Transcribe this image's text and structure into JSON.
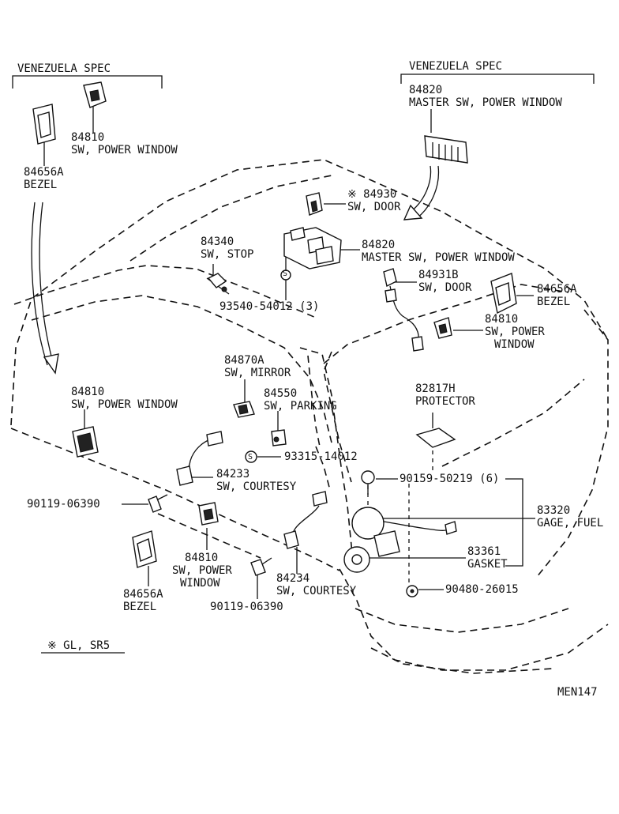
{
  "labels": {
    "venez_left": "VENEZUELA SPEC",
    "venez_right": "VENEZUELA SPEC",
    "pn_84820_top": "84820",
    "nm_84820_top": "MASTER SW, POWER WINDOW",
    "pn_84810_top": "84810",
    "nm_84810_top": "SW, POWER WINDOW",
    "pn_84656a_top": "84656A",
    "nm_84656a_top": "BEZEL",
    "pn_84930": "※ 84930",
    "nm_84930": "SW, DOOR",
    "pn_84340": "84340",
    "nm_84340": "SW, STOP",
    "pn_84820_mid": "84820",
    "nm_84820_mid": "MASTER SW, POWER WINDOW",
    "pn_93540": "93540-54012 (3)",
    "pn_84931b": "84931B",
    "nm_84931b": "SW, DOOR",
    "pn_84656a_right": "84656A",
    "nm_84656a_right": "BEZEL",
    "pn_84810_right": "84810",
    "nm_84810_right_1": "SW, POWER",
    "nm_84810_right_2": "WINDOW",
    "pn_84870a": "84870A",
    "nm_84870a": "SW, MIRROR",
    "pn_84810_left": "84810",
    "nm_84810_left": "SW, POWER WINDOW",
    "pn_84550": "84550",
    "nm_84550": "SW, PARKING",
    "pn_82817h": "82817H",
    "nm_82817h": "PROTECTOR",
    "pn_93315": "93315-14012",
    "pn_84233": "84233",
    "nm_84233": "SW, COURTESY",
    "pn_90119_left": "90119-06390",
    "pn_90159": "90159-50219 (6)",
    "pn_83320": "83320",
    "nm_83320": "GAGE, FUEL",
    "pn_84810_bottom": "84810",
    "nm_84810_bottom_1": "SW, POWER",
    "nm_84810_bottom_2": "WINDOW",
    "pn_84234": "84234",
    "nm_84234": "SW, COURTESY",
    "pn_83361": "83361",
    "nm_83361": "GASKET",
    "pn_90480": "90480-26015",
    "pn_84656a_bottom": "84656A",
    "nm_84656a_bottom": "BEZEL",
    "pn_90119_bottom": "90119-06390",
    "legend": "※ GL, SR5",
    "drawing_code": "MEN147"
  },
  "symbols": {
    "s_mark": "S"
  }
}
